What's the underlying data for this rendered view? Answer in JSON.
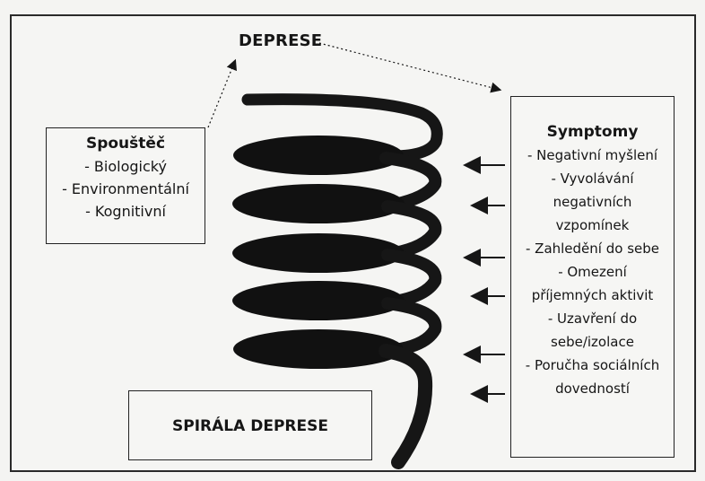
{
  "title": "DEPRESE",
  "trigger_box": {
    "heading": "Spouštěč",
    "items": [
      "- Biologický",
      "- Environmentální",
      "- Kognitivní"
    ]
  },
  "symptoms_box": {
    "heading": "Symptomy",
    "lines": [
      "- Negativní myšlení",
      "- Vyvolávání",
      "negativních",
      "vzpomínek",
      "- Zahledění do sebe",
      "- Omezení",
      "příjemných aktivit",
      "- Uzavření do",
      "sebe/izolace",
      "- Poručha sociálních",
      "dovedností"
    ]
  },
  "spiral_label": "SPIRÁLA DEPRESE",
  "colors": {
    "ink": "#161616",
    "paper": "#f4f4f2"
  }
}
